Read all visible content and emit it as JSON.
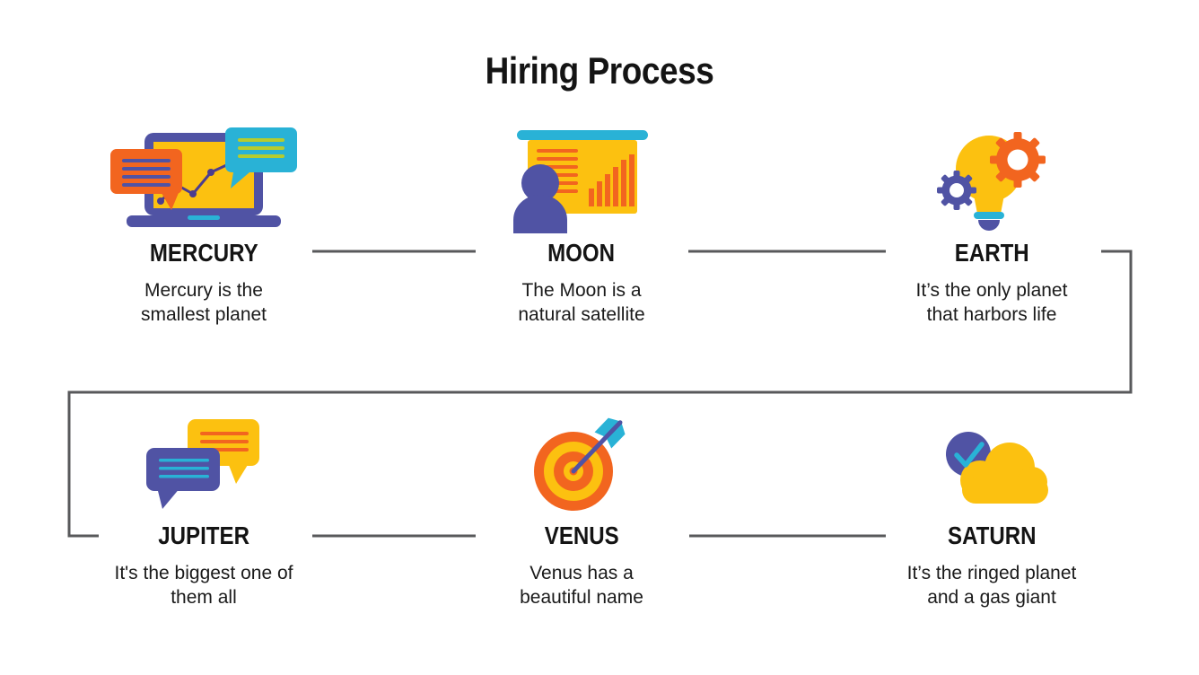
{
  "title": "Hiring Process",
  "steps": [
    {
      "name": "MERCURY",
      "icon": "laptop-analytics-chat-icon",
      "lines": [
        "Mercury is the",
        "smallest planet"
      ]
    },
    {
      "name": "MOON",
      "icon": "presentation-chart-icon",
      "lines": [
        "The Moon is a",
        "natural satellite"
      ]
    },
    {
      "name": "EARTH",
      "icon": "lightbulb-gears-icon",
      "lines": [
        "It’s the only planet",
        "that harbors life"
      ]
    },
    {
      "name": "JUPITER",
      "icon": "chat-bubbles-icon",
      "lines": [
        "It's the biggest one of",
        "them all"
      ]
    },
    {
      "name": "VENUS",
      "icon": "target-arrow-icon",
      "lines": [
        "Venus has a",
        "beautiful name"
      ]
    },
    {
      "name": "SATURN",
      "icon": "cloud-check-icon",
      "lines": [
        "It’s the ringed planet",
        "and a gas giant"
      ]
    }
  ],
  "colors": {
    "purple": "#5053a4",
    "orange": "#f2651f",
    "yellow": "#fcc110",
    "cyan": "#29b2d6",
    "lime": "#b5cc2e",
    "gray": "#58595b",
    "ink": "#111111",
    "chartline": "#4b3d8f"
  }
}
